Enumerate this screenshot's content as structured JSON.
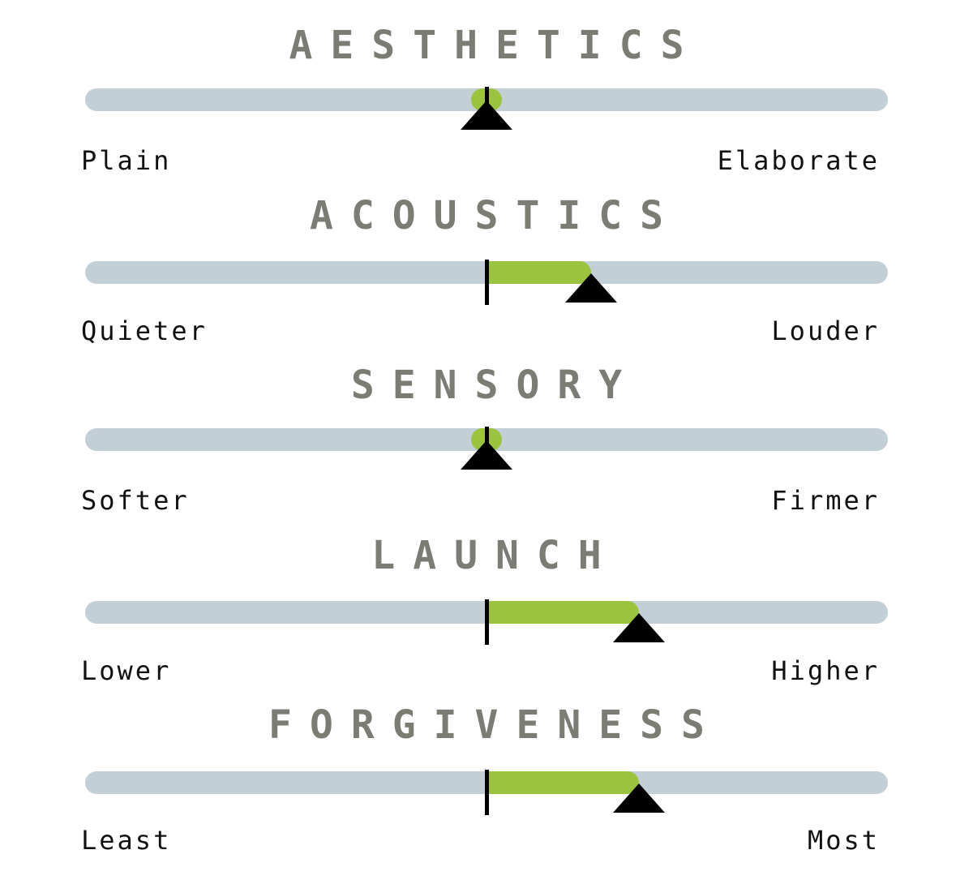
{
  "scales": [
    {
      "title": "AESTHETICS",
      "left_label": "Plain",
      "right_label": "Elaborate",
      "value": 0.0
    },
    {
      "title": "ACOUSTICS",
      "left_label": "Quieter",
      "right_label": "Louder",
      "value": 0.26
    },
    {
      "title": "SENSORY",
      "left_label": "Softer",
      "right_label": "Firmer",
      "value": 0.0
    },
    {
      "title": "LAUNCH",
      "left_label": "Lower",
      "right_label": "Higher",
      "value": 0.38
    },
    {
      "title": "FORGIVENESS",
      "left_label": "Least",
      "right_label": "Most",
      "value": 0.38
    }
  ],
  "colors": {
    "track": "#c3cfd6",
    "fill": "#9ac43e",
    "marker": "#000000",
    "title": "#7b7d74"
  }
}
